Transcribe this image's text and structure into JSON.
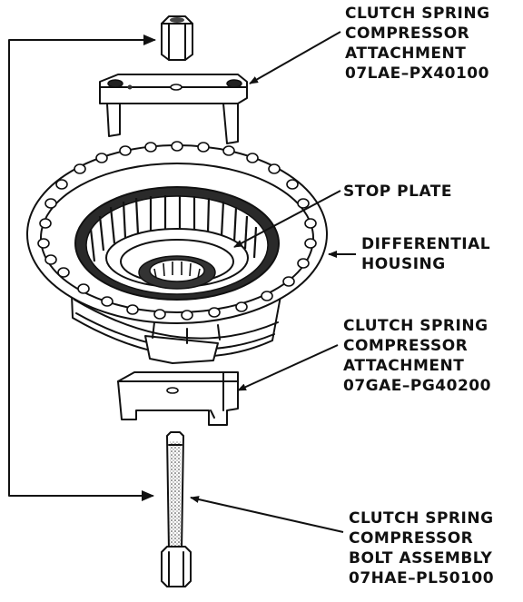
{
  "labels": {
    "attachment_top": [
      "CLUTCH SPRING",
      "COMPRESSOR",
      "ATTACHMENT",
      "07LAE–PX40100"
    ],
    "stop_plate": [
      "STOP PLATE"
    ],
    "housing": [
      "DIFFERENTIAL",
      "HOUSING"
    ],
    "attachment_bottom": [
      "CLUTCH SPRING",
      "COMPRESSOR",
      "ATTACHMENT",
      "07GAE–PG40200"
    ],
    "bolt": [
      "CLUTCH SPRING",
      "COMPRESSOR",
      "BOLT ASSEMBLY",
      "07HAE–PL50100"
    ]
  },
  "icons": {
    "nut": "hex-nut-icon",
    "top_attachment": "bridge-attachment-icon",
    "housing": "differential-housing-icon",
    "bottom_attachment": "block-attachment-icon",
    "bolt": "long-bolt-icon"
  },
  "colors": {
    "ink": "#111111",
    "paper": "#ffffff"
  }
}
